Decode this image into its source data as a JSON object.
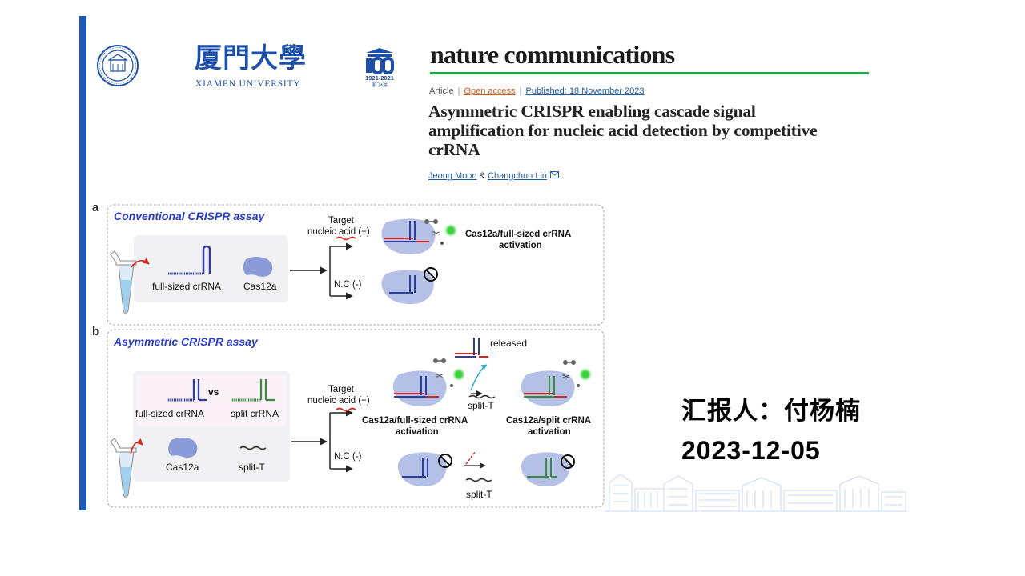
{
  "header": {
    "university_cn": "厦門大學",
    "university_en": "XIAMEN UNIVERSITY",
    "centennial_years": "1921-2021",
    "centennial_small": "厦门大学",
    "journal": "nature communications"
  },
  "article": {
    "type": "Article",
    "access": "Open access",
    "published": "Published: 18 November 2023",
    "title": "Asymmetric CRISPR enabling cascade signal amplification for nucleic acid detection by competitive crRNA",
    "author1": "Jeong Moon",
    "amp": "&",
    "author2": "Changchun Liu"
  },
  "figure": {
    "panel_a": {
      "letter": "a",
      "title": "Conventional CRISPR assay",
      "crrna": "full-sized crRNA",
      "enzyme": "Cas12a",
      "target": "Target",
      "target2": "nucleic acid (+)",
      "nc": "N.C (-)",
      "result1": "Cas12a/full-sized crRNA",
      "result2": "activation"
    },
    "panel_b": {
      "letter": "b",
      "title": "Asymmetric CRISPR assay",
      "crrna": "full-sized crRNA",
      "vs": "vs",
      "split": "split crRNA",
      "enzyme": "Cas12a",
      "splitt": "split-T",
      "target": "Target",
      "target2": "nucleic acid (+)",
      "nc": "N.C (-)",
      "released": "released",
      "split_t_mid": "split-T",
      "split_t_bottom": "split-T",
      "result_full1": "Cas12a/full-sized crRNA",
      "result_full2": "activation",
      "result_split1": "Cas12a/split crRNA",
      "result_split2": "activation"
    }
  },
  "presenter": {
    "reporter": "汇报人：付杨楠",
    "date": "2023-12-05"
  },
  "colors": {
    "accent_bar": "#1f57b4",
    "journal_line": "#1fa84a",
    "university_blue": "#1d4fa8"
  }
}
